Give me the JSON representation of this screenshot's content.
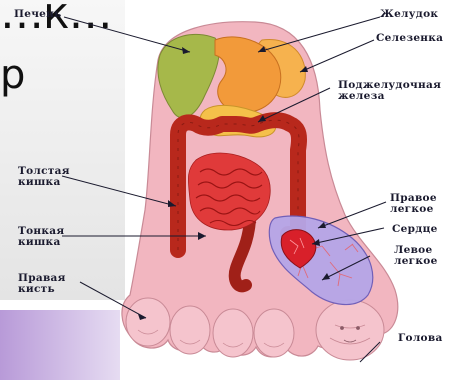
{
  "slide": {
    "line1": "…к…",
    "line2": "р"
  },
  "labels": {
    "liver": "Печень",
    "stomach": "Желудок",
    "spleen": "Селезенка",
    "pancreas": "Поджелудочная\nжелеза",
    "large_intestine": "Толстая\nкишка",
    "small_intestine": "Тонкая\nкишка",
    "right_lung": "Правое\nлегкое",
    "heart": "Сердце",
    "left_lung": "Левое\nлегкое",
    "right_hand": "Правая\nкисть",
    "head": "Голова"
  },
  "colors": {
    "skin": "#f2b6c0",
    "skin_dark": "#c98a96",
    "liver": "#a6b84a",
    "stomach": "#f29a3a",
    "spleen": "#f6b24e",
    "pancreas": "#f5c04a",
    "intestine": "#b8281c",
    "small_intestine": "#e03a3a",
    "lung": "#b5a6e8",
    "heart": "#d8202a",
    "label": "#1a1a2e"
  }
}
